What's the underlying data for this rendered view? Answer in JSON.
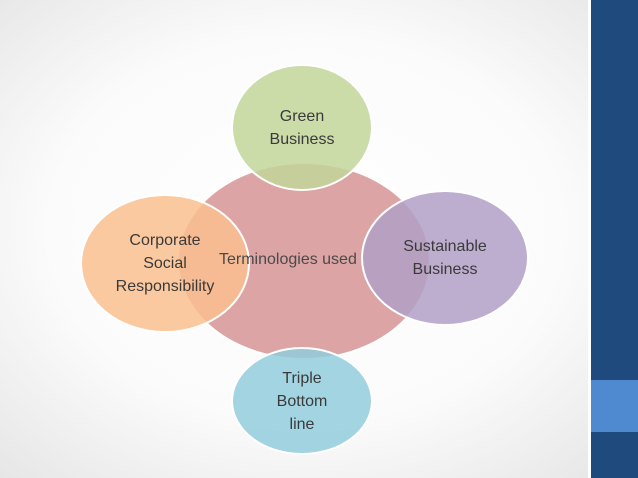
{
  "diagram": {
    "center": "Terminologies used",
    "nodes": {
      "green": "Green\nBusiness",
      "sustainable": "Sustainable\nBusiness",
      "csr": "Corporate\nSocial\nResponsibility",
      "triple": "Triple\nBottom\nline"
    }
  },
  "colors": {
    "center": "#d69494",
    "green": "#c2d69a",
    "sustainable": "#b2a0c7",
    "csr": "#fabf8f",
    "triple": "#92cddc",
    "sidebar": "#1f4a7e",
    "sidebar_accent": "#4f8ad0"
  }
}
